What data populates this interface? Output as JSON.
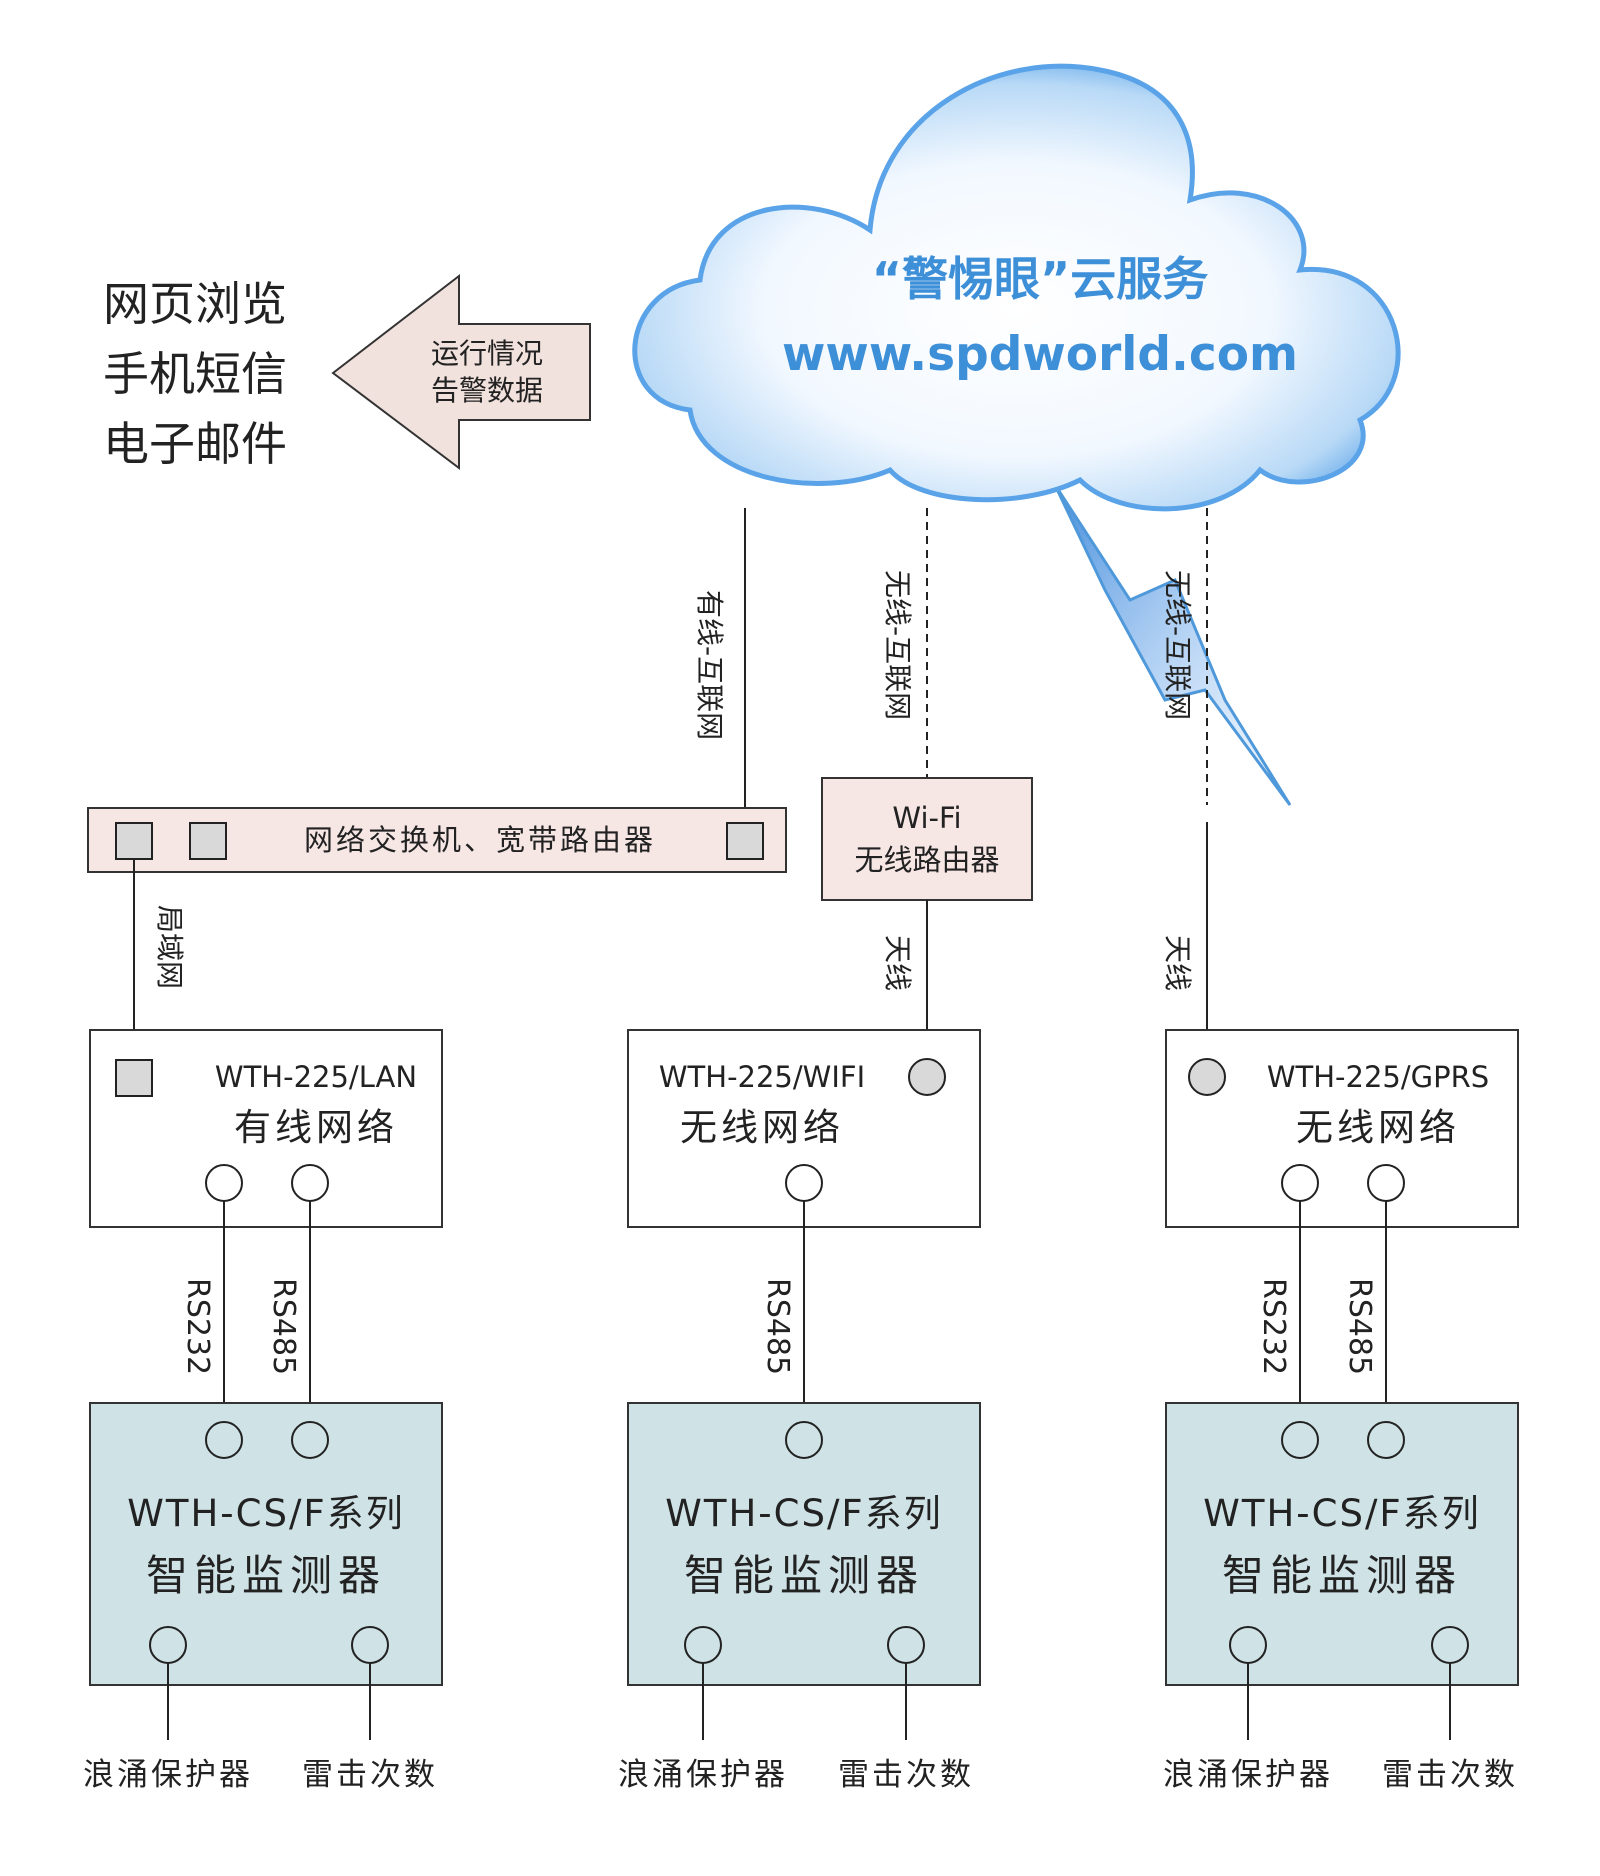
{
  "cloud": {
    "title": "“警惕眼”云服务",
    "url": "www.spdworld.com",
    "text_color": "#3d8fd8"
  },
  "outputs": [
    "网页浏览",
    "手机短信",
    "电子邮件"
  ],
  "arrow": {
    "lines": [
      "运行情况",
      "告警数据"
    ],
    "fill": "#f2e2dd"
  },
  "links": {
    "wired_internet": "有线-互联网",
    "wifi_internet": "无线-互联网",
    "gprs_internet": "无线-互联网",
    "lan": "局域网",
    "antenna_wifi": "天线",
    "antenna_gprs": "天线"
  },
  "switch_label": "网络交换机、宽带路由器",
  "wifi_router": {
    "line1": "Wi-Fi",
    "line2": "无线路由器",
    "fill": "#f6e7e5"
  },
  "gateways": [
    {
      "model": "WTH-225/LAN",
      "type": "有线网络"
    },
    {
      "model": "WTH-225/WIFI",
      "type": "无线网络"
    },
    {
      "model": "WTH-225/GPRS",
      "type": "无线网络"
    }
  ],
  "serial": {
    "lan": [
      "RS232",
      "RS485"
    ],
    "wifi": [
      "RS485"
    ],
    "gprs": [
      "RS232",
      "RS485"
    ]
  },
  "monitors": [
    {
      "line1": "WTH-CS/F系列",
      "line2": "智能监测器"
    },
    {
      "line1": "WTH-CS/F系列",
      "line2": "智能监测器"
    },
    {
      "line1": "WTH-CS/F系列",
      "line2": "智能监测器"
    }
  ],
  "monitor_fill": "#cfe2e6",
  "inputs": [
    [
      "浪涌保护器",
      "雷击次数"
    ],
    [
      "浪涌保护器",
      "雷击次数"
    ],
    [
      "浪涌保护器",
      "雷击次数"
    ]
  ]
}
